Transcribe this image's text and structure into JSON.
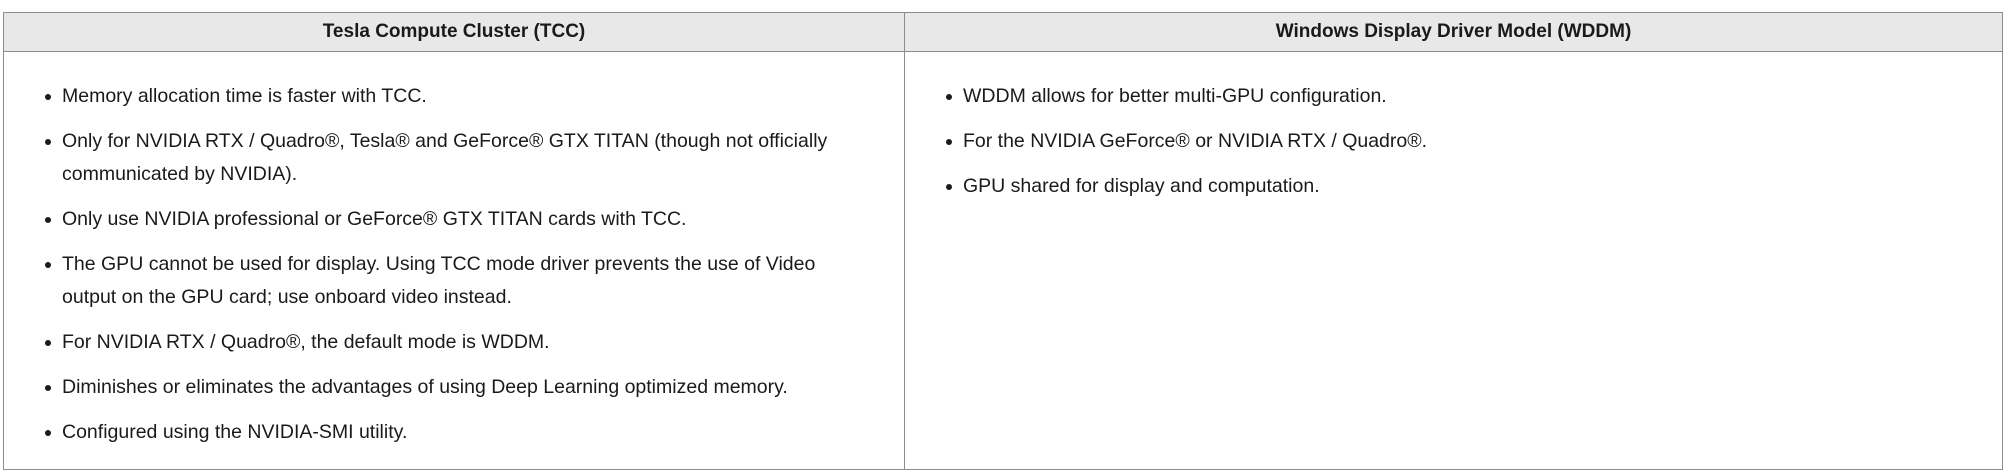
{
  "table": {
    "headers": [
      "Tesla Compute Cluster (TCC)",
      "Windows Display Driver Model (WDDM)"
    ],
    "tcc_items": [
      "Memory allocation time is faster with TCC.",
      "Only for NVIDIA RTX / Quadro®, Tesla® and GeForce® GTX TITAN (though not officially communicated by NVIDIA).",
      "Only use NVIDIA professional or GeForce® GTX TITAN cards with TCC.",
      "The GPU cannot be used for display. Using TCC mode driver prevents the use of Video output on the GPU card; use onboard video instead.",
      "For NVIDIA RTX / Quadro®, the default mode is WDDM.",
      "Diminishes or eliminates the advantages of using Deep Learning optimized memory.",
      "Configured using the NVIDIA-SMI utility."
    ],
    "wddm_items": [
      "WDDM allows for better multi-GPU configuration.",
      "For the NVIDIA GeForce® or NVIDIA RTX / Quadro®.",
      "GPU shared for display and computation."
    ]
  }
}
